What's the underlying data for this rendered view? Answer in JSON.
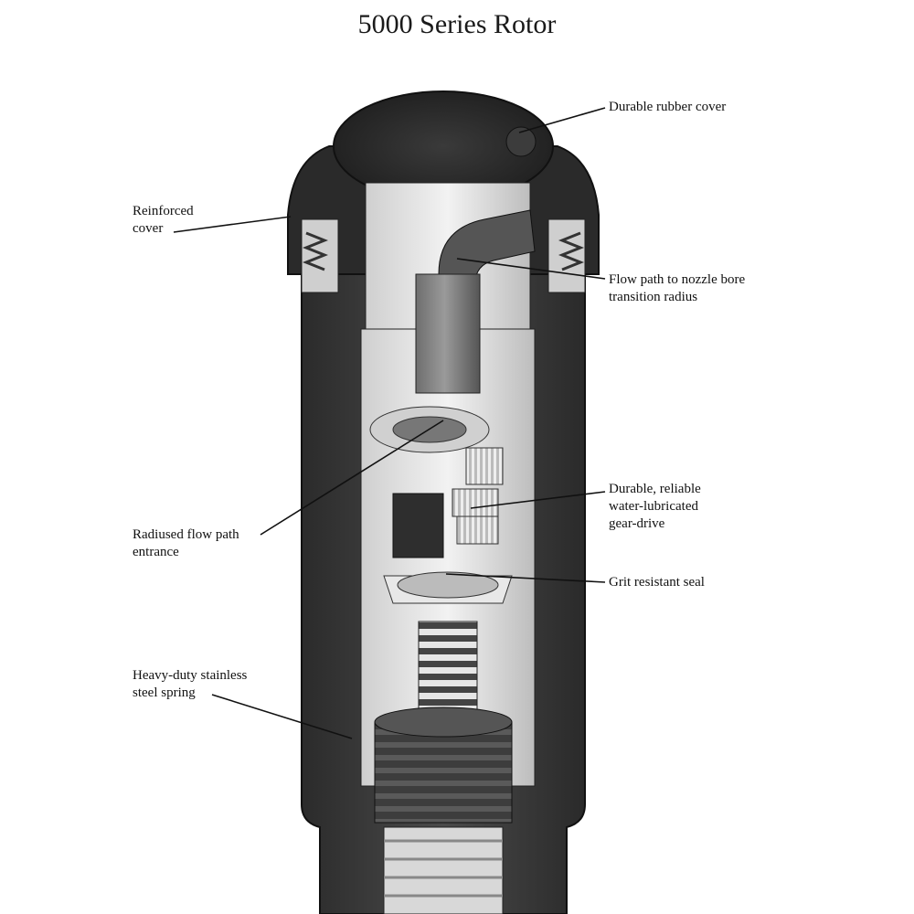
{
  "title": "5000 Series Rotor",
  "callouts": [
    {
      "id": "rubber-cover",
      "text": "Durable rubber cover"
    },
    {
      "id": "reinforced-cover",
      "text": "Reinforced\ncover"
    },
    {
      "id": "flow-path-nozzle",
      "text": "Flow path to nozzle bore\ntransition radius"
    },
    {
      "id": "gear-drive",
      "text": "Durable, reliable\nwater-lubricated\ngear-drive"
    },
    {
      "id": "radiused-entrance",
      "text": "Radiused flow path\nentrance"
    },
    {
      "id": "grit-seal",
      "text": "Grit resistant seal"
    },
    {
      "id": "spring",
      "text": "Heavy-duty stainless\nsteel spring"
    }
  ]
}
